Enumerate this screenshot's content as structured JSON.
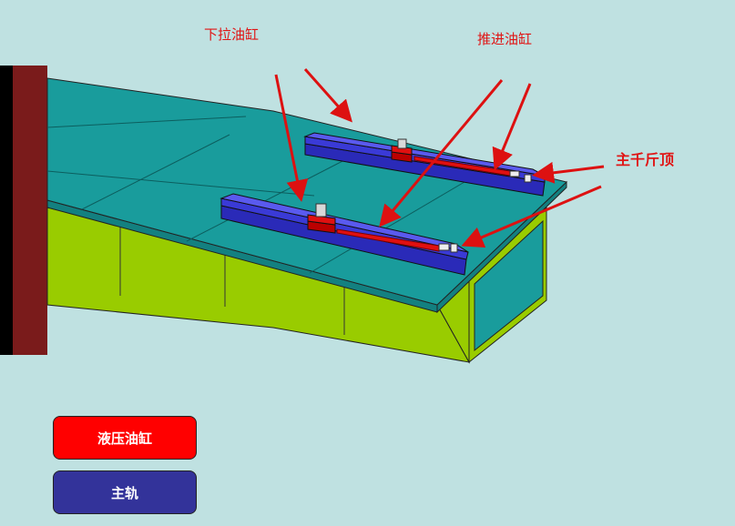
{
  "colors": {
    "background": "#bfe1e1",
    "deck_top": "#199c9c",
    "deck_side": "#99cc00",
    "wall": "#7a1b1b",
    "rail": "#3a3ad6",
    "cylinder": "#e01010",
    "arrow": "#dd1111",
    "label": "#e01515"
  },
  "labels": {
    "pull_down_cylinder": "下拉油缸",
    "push_cylinder": "推进油缸",
    "main_jack": "主千斤顶"
  },
  "legend": {
    "hydraulic_cylinder": {
      "label": "液压油缸",
      "color": "#ff0000",
      "text_color": "#ffffff"
    },
    "main_rail": {
      "label": "主轨",
      "color": "#33339a",
      "text_color": "#ffffff"
    }
  }
}
